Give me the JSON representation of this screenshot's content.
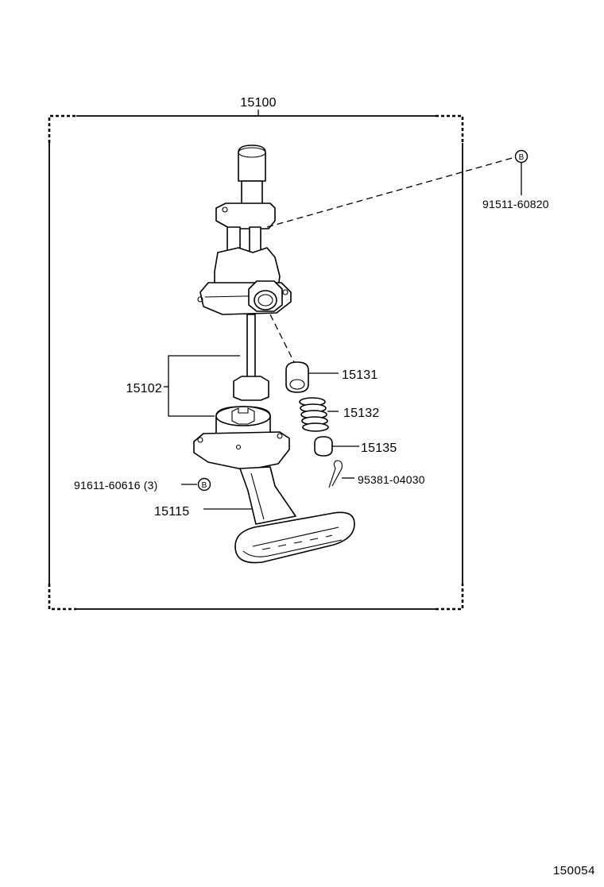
{
  "diagram": {
    "assembly_label": "15100",
    "labels": {
      "p15102": "15102",
      "p15131": "15131",
      "p15132": "15132",
      "p15135": "15135",
      "p95381": "95381-04030",
      "p91611": "91611-60616 (3)",
      "p15115": "15115",
      "p91511": "91511-60820"
    },
    "ref_mark": "B",
    "figure_code": "150054"
  }
}
